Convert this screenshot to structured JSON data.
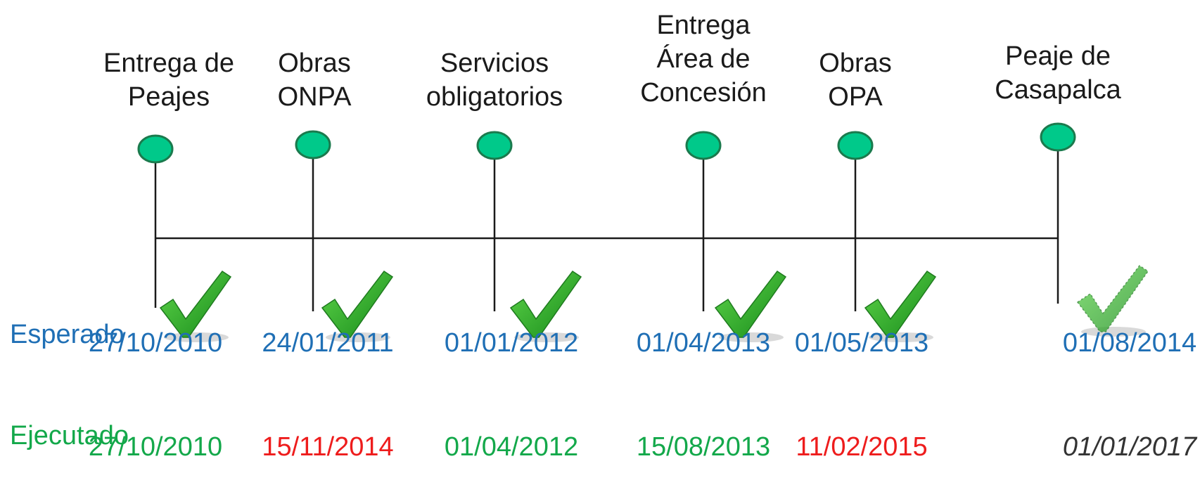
{
  "colors": {
    "expected": "#1f6fb5",
    "on_time": "#13a84a",
    "late": "#ee1c1c",
    "pending": "#333333",
    "node_fill": "#00c98a",
    "node_stroke": "#1b7a4d",
    "line": "#1a1a1a"
  },
  "row_labels": {
    "expected": "Esperado",
    "executed": "Ejecutado"
  },
  "milestones": [
    {
      "label_lines": [
        "Entrega de",
        "Peajes"
      ],
      "expected_date": "27/10/2010",
      "executed_date": "27/10/2010",
      "executed_status": "on-time",
      "check_icon": "check-icon"
    },
    {
      "label_lines": [
        "Obras",
        "ONPA"
      ],
      "expected_date": "24/01/2011",
      "executed_date": "15/11/2014",
      "executed_status": "late",
      "check_icon": "check-icon"
    },
    {
      "label_lines": [
        "Servicios",
        "obligatorios"
      ],
      "expected_date": "01/01/2012",
      "executed_date": "01/04/2012",
      "executed_status": "on-time",
      "check_icon": "check-icon"
    },
    {
      "label_lines": [
        "Entrega",
        "Área de",
        "Concesión"
      ],
      "expected_date": "01/04/2013",
      "executed_date": "15/08/2013",
      "executed_status": "on-time",
      "check_icon": "check-icon"
    },
    {
      "label_lines": [
        "Obras",
        "OPA"
      ],
      "expected_date": "01/05/2013",
      "executed_date": "11/02/2015",
      "executed_status": "late",
      "check_icon": "check-icon"
    },
    {
      "label_lines": [
        "Peaje de",
        "Casapalca"
      ],
      "expected_date": "01/08/2014",
      "executed_date": "01/01/2017",
      "executed_status": "pending",
      "check_icon": "faded-check-icon"
    }
  ]
}
